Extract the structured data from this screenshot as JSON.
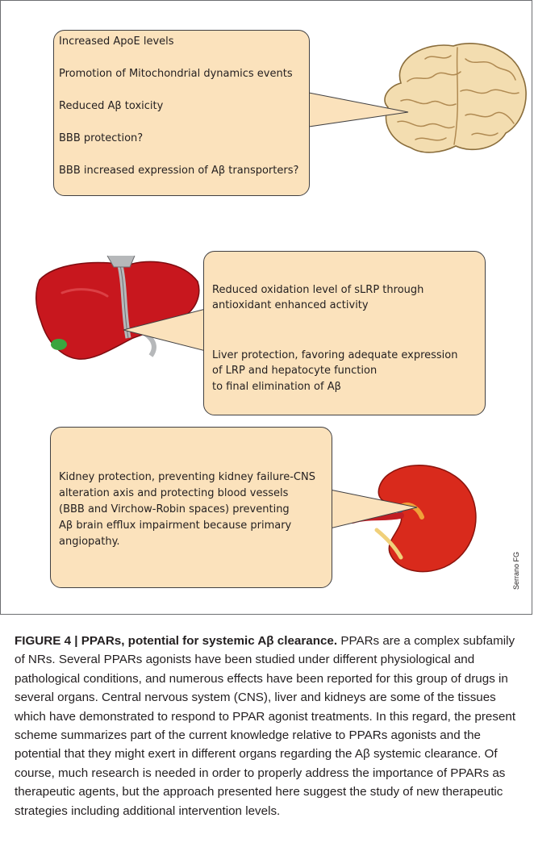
{
  "figure": {
    "brain_box": {
      "lines": [
        "Increased ApoE levels",
        "Promotion of Mitochondrial dynamics events",
        "Reduced Aβ toxicity",
        "BBB protection?",
        "BBB increased expression of Aβ transporters?"
      ]
    },
    "liver_box": {
      "lines": [
        "Reduced oxidation level of sLRP through",
        "antioxidant enhanced activity",
        "Liver protection, favoring adequate expression",
        "of LRP and hepatocyte function",
        "to final elimination of Aβ"
      ]
    },
    "kidney_box": {
      "lines": [
        "Kidney protection, preventing kidney failure-CNS",
        "alteration axis and protecting blood vessels",
        "(BBB and Virchow-Robin spaces) preventing",
        "Aβ brain efflux impairment because primary",
        "angiopathy."
      ]
    },
    "credit": "Serrano FG",
    "colors": {
      "callout_fill": "#fbe2bc",
      "brain": "#f3ddb0",
      "liver": "#c8171e",
      "kidney": "#d92a1c",
      "vein": "#1f6fb5"
    }
  },
  "caption": {
    "label": "FIGURE 4 | PPARs, potential for systemic Aβ clearance.",
    "text": " PPARs are a complex subfamily of NRs. Several PPARs agonists have been studied under different physiological and pathological conditions, and numerous effects have been reported for this group of drugs in several organs. Central nervous system (CNS), liver and kidneys are some of the tissues which have demonstrated to respond to PPAR agonist treatments. In this regard, the present scheme summarizes part of the current knowledge relative to PPARs agonists and the potential that they might exert in different organs regarding the Aβ systemic clearance. Of course, much research is needed in order to properly address the importance of PPARs as therapeutic agents, but the approach presented here suggest the study of new therapeutic strategies including additional intervention levels."
  }
}
